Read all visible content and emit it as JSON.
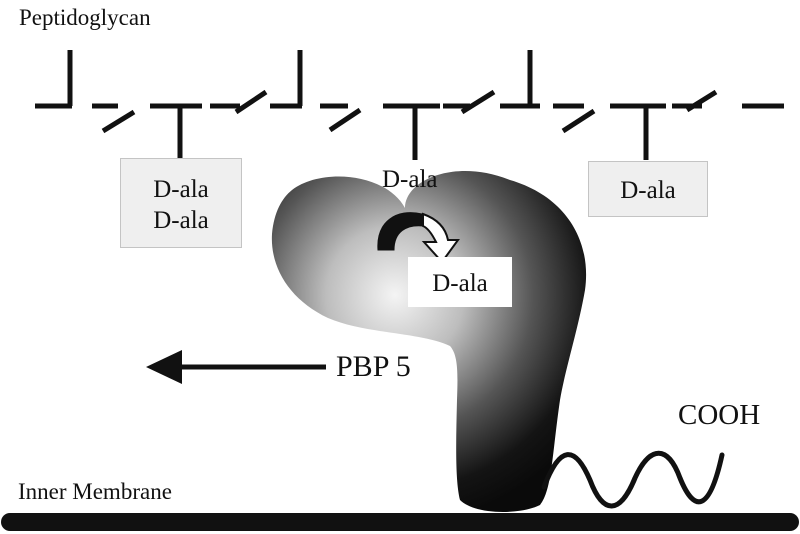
{
  "title": "Peptidoglycan",
  "membrane_label": "Inner Membrane",
  "protein_label": "PBP 5",
  "terminus_label": "COOH",
  "boxes": {
    "left_top": "D-ala",
    "left_bottom": "D-ala",
    "right": "D-ala",
    "center_attached": "D-ala",
    "center_released": "D-ala"
  },
  "colors": {
    "line": "#111111",
    "box_fill": "#efefef",
    "box_border": "#c4c4c4",
    "protein_dark": "#0d0d0d",
    "protein_light": "#f2f2f2"
  },
  "icons": {
    "movement_arrow": "left-arrow-icon",
    "cleavage_arrow": "curved-arrow-icon"
  }
}
